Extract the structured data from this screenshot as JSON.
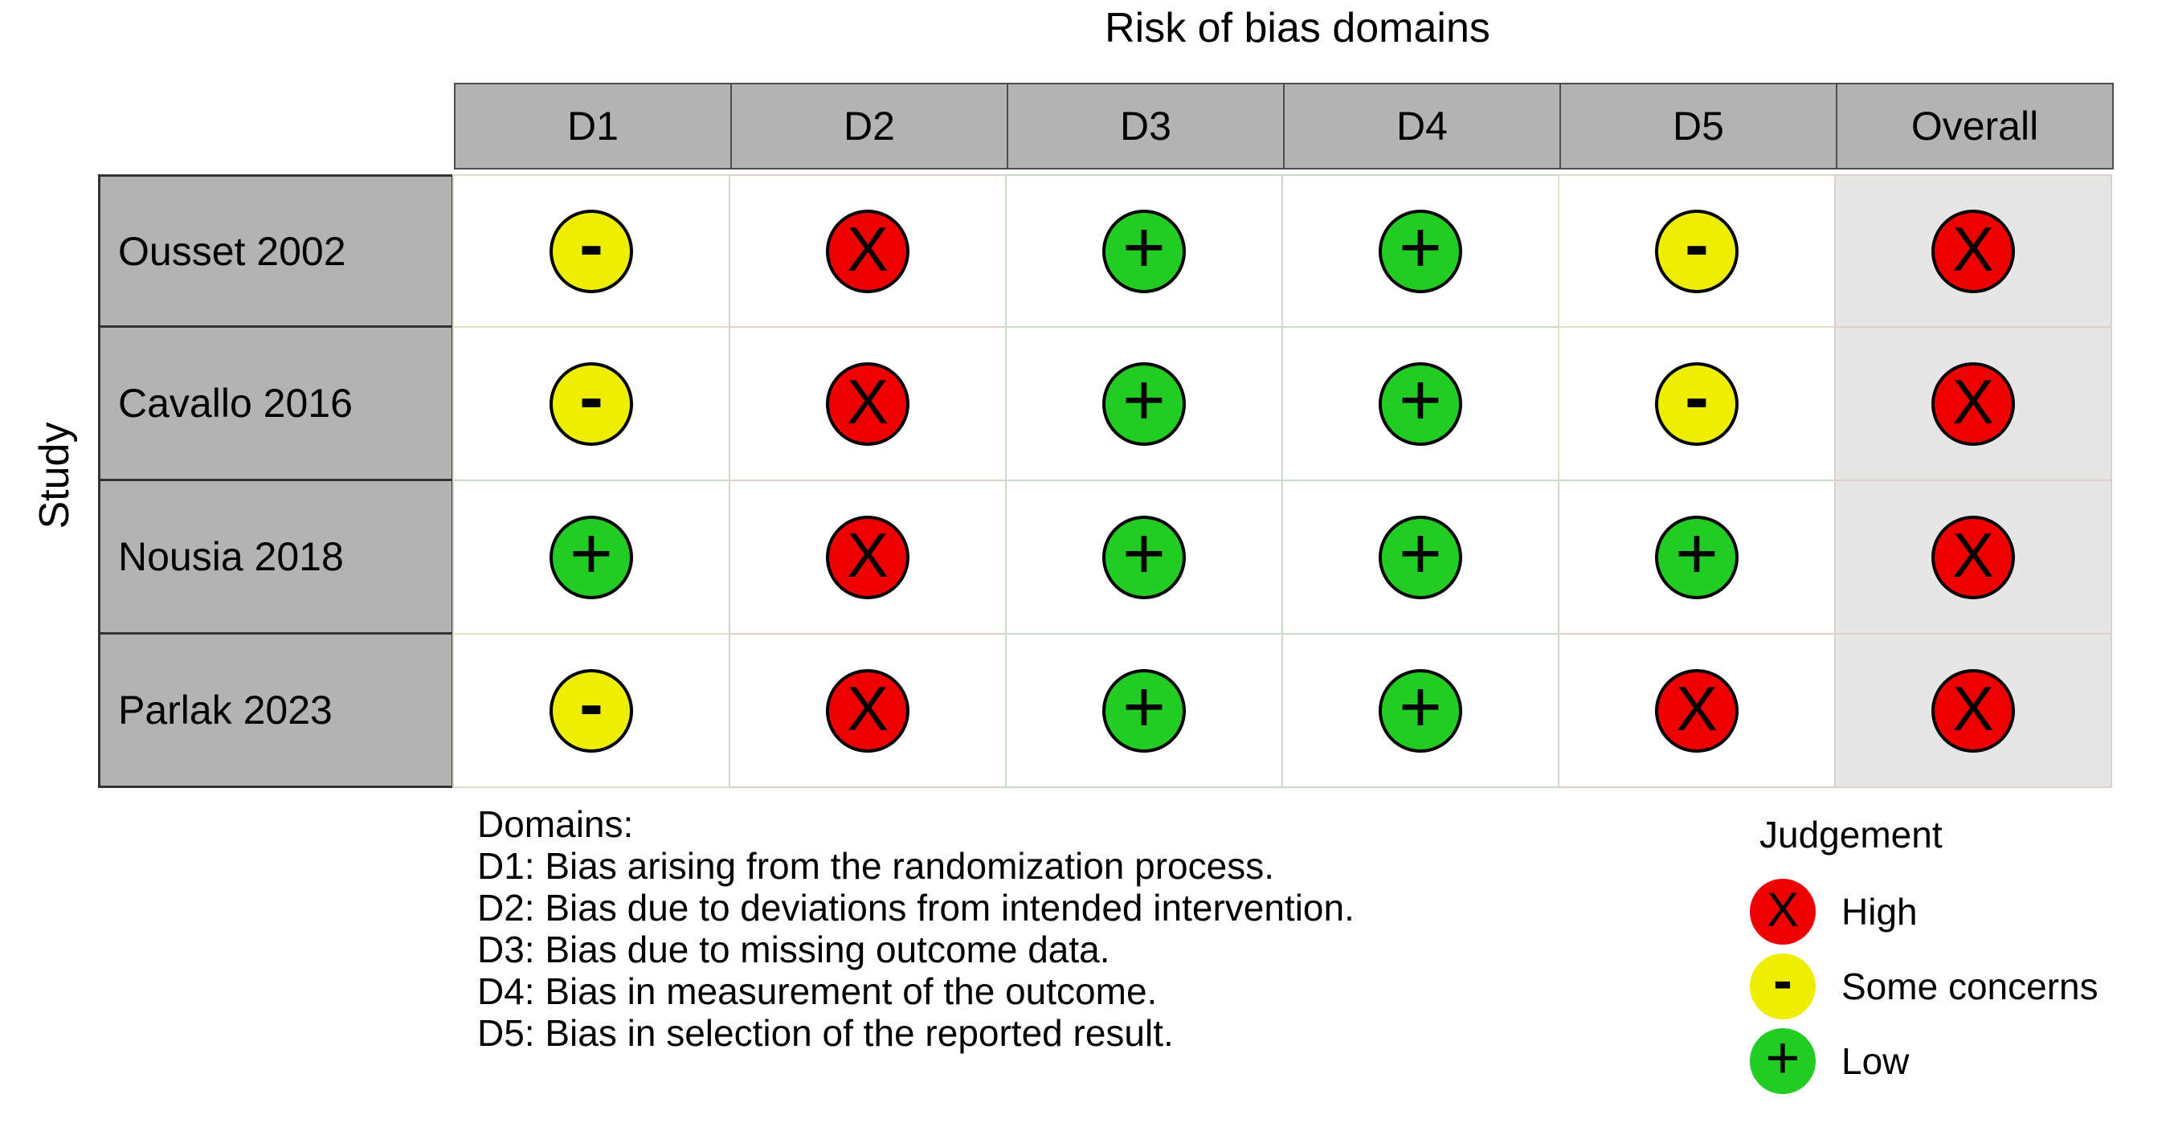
{
  "title": "Risk of bias domains",
  "axis": {
    "y_label": "Study"
  },
  "chart_data": {
    "type": "table",
    "title": "Risk of bias domains",
    "xlabel": "",
    "ylabel": "Study",
    "columns": [
      "D1",
      "D2",
      "D3",
      "D4",
      "D5",
      "Overall"
    ],
    "rows": [
      "Ousset 2002",
      "Cavallo 2016",
      "Nousia 2018",
      "Parlak 2023"
    ],
    "cells": [
      [
        "some-concerns",
        "high",
        "low",
        "low",
        "some-concerns",
        "high"
      ],
      [
        "some-concerns",
        "high",
        "low",
        "low",
        "some-concerns",
        "high"
      ],
      [
        "low",
        "high",
        "low",
        "low",
        "low",
        "high"
      ],
      [
        "some-concerns",
        "high",
        "low",
        "low",
        "high",
        "high"
      ]
    ],
    "judgement_glyphs": {
      "high": "X",
      "some-concerns": "-",
      "low": "+"
    },
    "judgement_colors": {
      "high": "#EE0000",
      "some-concerns": "#EEEE00",
      "low": "#22CC22"
    },
    "legend_position": "right"
  },
  "table": {
    "header": [
      {
        "id": "D1",
        "label": "D1"
      },
      {
        "id": "D2",
        "label": "D2"
      },
      {
        "id": "D3",
        "label": "D3"
      },
      {
        "id": "D4",
        "label": "D4"
      },
      {
        "id": "D5",
        "label": "D5"
      },
      {
        "id": "Overall",
        "label": "Overall"
      }
    ],
    "rows": [
      {
        "study": "Ousset 2002",
        "cells": [
          {
            "domain": "D1",
            "judgement": "some-concerns",
            "glyph": "-"
          },
          {
            "domain": "D2",
            "judgement": "high",
            "glyph": "X"
          },
          {
            "domain": "D3",
            "judgement": "low",
            "glyph": "+"
          },
          {
            "domain": "D4",
            "judgement": "low",
            "glyph": "+"
          },
          {
            "domain": "D5",
            "judgement": "some-concerns",
            "glyph": "-"
          },
          {
            "domain": "Overall",
            "judgement": "high",
            "glyph": "X"
          }
        ]
      },
      {
        "study": "Cavallo 2016",
        "cells": [
          {
            "domain": "D1",
            "judgement": "some-concerns",
            "glyph": "-"
          },
          {
            "domain": "D2",
            "judgement": "high",
            "glyph": "X"
          },
          {
            "domain": "D3",
            "judgement": "low",
            "glyph": "+"
          },
          {
            "domain": "D4",
            "judgement": "low",
            "glyph": "+"
          },
          {
            "domain": "D5",
            "judgement": "some-concerns",
            "glyph": "-"
          },
          {
            "domain": "Overall",
            "judgement": "high",
            "glyph": "X"
          }
        ]
      },
      {
        "study": "Nousia 2018",
        "cells": [
          {
            "domain": "D1",
            "judgement": "low",
            "glyph": "+"
          },
          {
            "domain": "D2",
            "judgement": "high",
            "glyph": "X"
          },
          {
            "domain": "D3",
            "judgement": "low",
            "glyph": "+"
          },
          {
            "domain": "D4",
            "judgement": "low",
            "glyph": "+"
          },
          {
            "domain": "D5",
            "judgement": "low",
            "glyph": "+"
          },
          {
            "domain": "Overall",
            "judgement": "high",
            "glyph": "X"
          }
        ]
      },
      {
        "study": "Parlak 2023",
        "cells": [
          {
            "domain": "D1",
            "judgement": "some-concerns",
            "glyph": "-"
          },
          {
            "domain": "D2",
            "judgement": "high",
            "glyph": "X"
          },
          {
            "domain": "D3",
            "judgement": "low",
            "glyph": "+"
          },
          {
            "domain": "D4",
            "judgement": "low",
            "glyph": "+"
          },
          {
            "domain": "D5",
            "judgement": "high",
            "glyph": "X"
          },
          {
            "domain": "Overall",
            "judgement": "high",
            "glyph": "X"
          }
        ]
      }
    ]
  },
  "domains_caption": {
    "heading": "Domains:",
    "lines": [
      "D1: Bias arising from the randomization process.",
      "D2: Bias due to deviations from intended intervention.",
      "D3: Bias due to missing outcome data.",
      "D4: Bias in measurement of the outcome.",
      "D5: Bias in selection of the reported result."
    ]
  },
  "legend": {
    "title": "Judgement",
    "items": [
      {
        "judgement": "high",
        "glyph": "X",
        "label": "High",
        "color": "#EE0000"
      },
      {
        "judgement": "some-concerns",
        "glyph": "-",
        "label": "Some concerns",
        "color": "#EEEE00"
      },
      {
        "judgement": "low",
        "glyph": "+",
        "label": "Low",
        "color": "#22CC22"
      }
    ]
  },
  "colors": {
    "high": "#EE0000",
    "some_concerns": "#EEEE00",
    "low": "#22CC22",
    "header_fill": "#B3B3B3",
    "overall_column_fill": "#E6E6E6",
    "cell_fill": "#FFFFFF",
    "border_dark": "#4D4D4D",
    "border_high_tint": "#E3CECE",
    "border_some_concerns_tint": "#E0E0C8",
    "border_low_tint": "#C9DCC9"
  }
}
